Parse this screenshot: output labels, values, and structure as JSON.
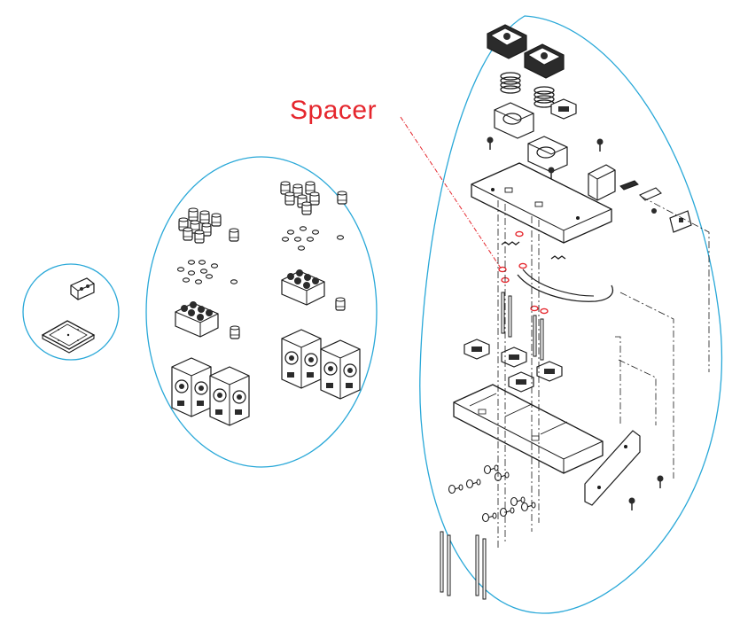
{
  "callout": {
    "label": "Spacer",
    "color": "#e5262d"
  },
  "colors": {
    "outline": "#29a8d8",
    "line_art": "#1a1a1a",
    "part_fill": "#ffffff",
    "part_dark": "#2b2b2b"
  },
  "groups": [
    {
      "name": "small-parts-circle"
    },
    {
      "name": "fittings-oval"
    },
    {
      "name": "bracket-assembly-oval"
    }
  ]
}
